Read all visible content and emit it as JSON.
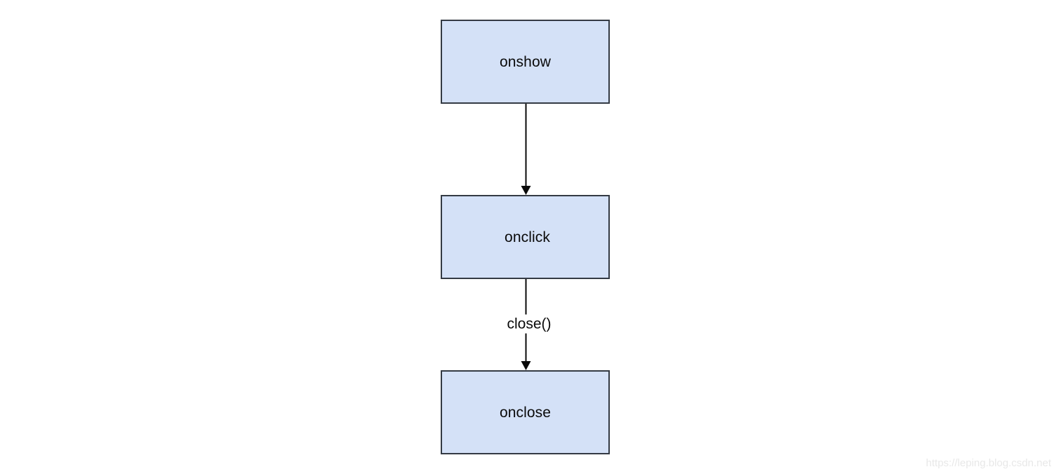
{
  "diagram": {
    "type": "flowchart",
    "orientation": "vertical",
    "background_color": "#ffffff",
    "node_fill_color": "#d4e1f7",
    "node_border_color": "#343a44",
    "edge_color": "#0a0a0a",
    "nodes": [
      {
        "id": "onshow",
        "label": "onshow"
      },
      {
        "id": "onclick",
        "label": "onclick"
      },
      {
        "id": "onclose",
        "label": "onclose"
      }
    ],
    "edges": [
      {
        "from": "onshow",
        "to": "onclick",
        "label": ""
      },
      {
        "from": "onclick",
        "to": "onclose",
        "label": "close()"
      }
    ]
  },
  "watermark": {
    "text": "https://leping.blog.csdn.net",
    "color": "#e8e8e8"
  }
}
